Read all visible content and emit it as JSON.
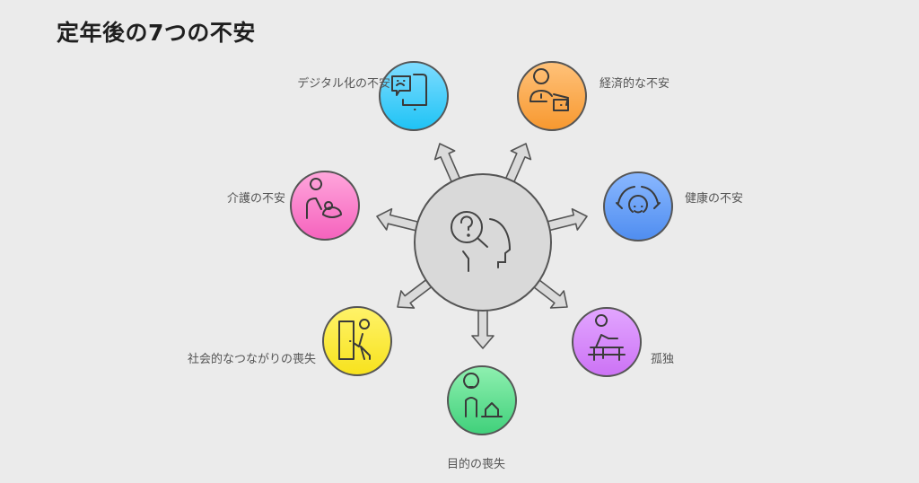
{
  "title": "定年後の7つの不安",
  "center": {
    "icon": "question-head-icon"
  },
  "items": [
    {
      "label": "デジタル化の不安",
      "icon": "smartphone-sad-icon",
      "color_top": "#7fdcff",
      "color_bottom": "#1ec3f5"
    },
    {
      "label": "経済的な不安",
      "icon": "person-wallet-icon",
      "color_top": "#ffc27a",
      "color_bottom": "#f7982f"
    },
    {
      "label": "健康の不安",
      "icon": "hands-face-icon",
      "color_top": "#8ab8ff",
      "color_bottom": "#4f8df0"
    },
    {
      "label": "孤独",
      "icon": "person-bench-icon",
      "color_top": "#e2a6ff",
      "color_bottom": "#cc72f5"
    },
    {
      "label": "目的の喪失",
      "icon": "person-house-icon",
      "color_top": "#8ff0b0",
      "color_bottom": "#3fd07a"
    },
    {
      "label": "社会的なつながりの喪失",
      "icon": "person-door-icon",
      "color_top": "#fff36a",
      "color_bottom": "#f7e21c"
    },
    {
      "label": "介護の不安",
      "icon": "caregiver-icon",
      "color_top": "#ffa6dc",
      "color_bottom": "#f562bd"
    }
  ]
}
